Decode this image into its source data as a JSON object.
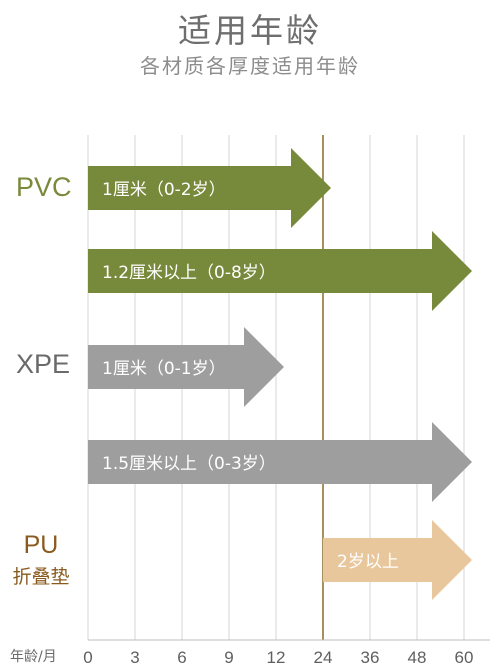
{
  "title": "适用年龄",
  "subtitle": "各材质各厚度适用年龄",
  "colors": {
    "pvc": "#77893a",
    "xpe": "#9e9e9e",
    "pu": "#e8c79c",
    "grid": "#d4d4d4",
    "marker": "#8a6a2a"
  },
  "materials": {
    "pvc": "PVC",
    "xpe": "XPE",
    "pu": "PU",
    "pu_sub": "折叠垫"
  },
  "x_axis_label": "年龄/月",
  "chart_data": {
    "type": "bar",
    "orientation": "horizontal",
    "xlabel": "年龄/月",
    "x_ticks": [
      0,
      3,
      6,
      9,
      12,
      24,
      36,
      48,
      60
    ],
    "highlight_tick": 24,
    "series": [
      {
        "group": "PVC",
        "label": "1厘米（0-2岁）",
        "start": 0,
        "end": 24,
        "color": "#77893a"
      },
      {
        "group": "PVC",
        "label": "1.2厘米以上（0-8岁）",
        "start": 0,
        "end": 60,
        "color": "#77893a"
      },
      {
        "group": "XPE",
        "label": "1厘米（0-1岁）",
        "start": 0,
        "end": 12,
        "color": "#9e9e9e"
      },
      {
        "group": "XPE",
        "label": "1.5厘米以上（0-3岁）",
        "start": 0,
        "end": 60,
        "color": "#9e9e9e"
      },
      {
        "group": "PU",
        "label": "2岁以上",
        "start": 24,
        "end": 60,
        "color": "#e8c79c"
      }
    ]
  }
}
